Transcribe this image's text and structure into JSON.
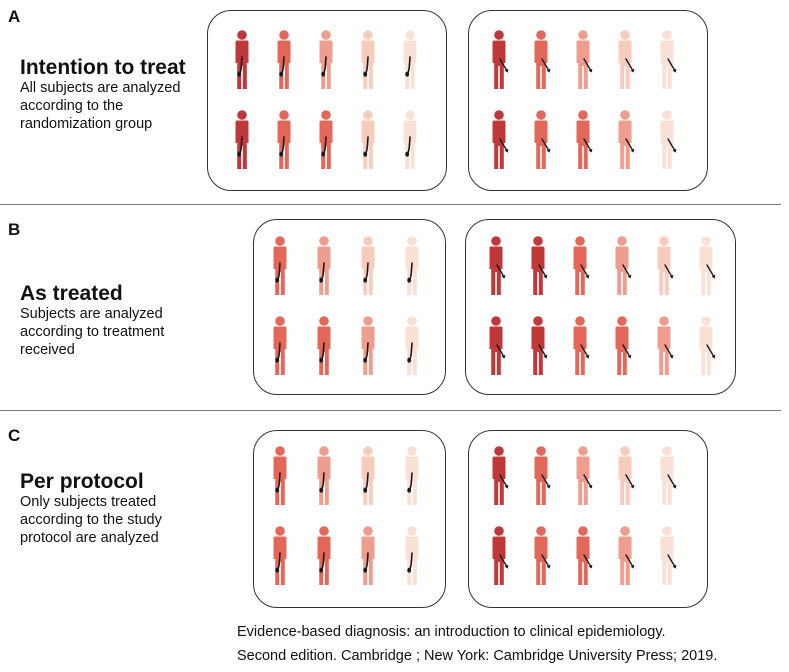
{
  "palette": {
    "tone5": "#c0393a",
    "tone4": "#e3685a",
    "tone3": "#ee9e8e",
    "tone2": "#f7ccbf",
    "tone1": "#fae1d6",
    "accessory": "#1a1a1a"
  },
  "panels": [
    {
      "letter": "A",
      "title": "Intention to treat",
      "description": "All subjects are analyzed\naccording to the\nrandomization group",
      "groups": [
        {
          "accessory": "pill",
          "rows": [
            [
              5,
              4,
              3,
              2,
              1
            ],
            [
              5,
              4,
              4,
              2,
              1
            ]
          ]
        },
        {
          "accessory": "pipette",
          "rows": [
            [
              5,
              4,
              3,
              2,
              1
            ],
            [
              5,
              4,
              4,
              3,
              1
            ]
          ]
        }
      ]
    },
    {
      "letter": "B",
      "title": "As treated",
      "description": "Subjects are analyzed\naccording to treatment\nreceived",
      "groups": [
        {
          "accessory": "pill",
          "rows": [
            [
              4,
              3,
              2,
              1
            ],
            [
              4,
              4,
              3,
              1
            ]
          ]
        },
        {
          "accessory": "pipette",
          "rows": [
            [
              5,
              5,
              4,
              3,
              2,
              1
            ],
            [
              5,
              5,
              4,
              4,
              3,
              1
            ]
          ]
        }
      ]
    },
    {
      "letter": "C",
      "title": "Per protocol",
      "description": "Only subjects treated\naccording to the study\nprotocol are analyzed",
      "groups": [
        {
          "accessory": "pill",
          "rows": [
            [
              4,
              3,
              2,
              1
            ],
            [
              4,
              4,
              3,
              1
            ]
          ]
        },
        {
          "accessory": "pipette",
          "rows": [
            [
              5,
              4,
              3,
              2,
              1
            ],
            [
              5,
              4,
              4,
              3,
              1
            ]
          ]
        }
      ]
    }
  ],
  "citation": {
    "text": "Evidence-based diagnosis: an introduction to clinical epidemiology.\nSecond edition. Cambridge ; New York: Cambridge University Press; 2019."
  }
}
